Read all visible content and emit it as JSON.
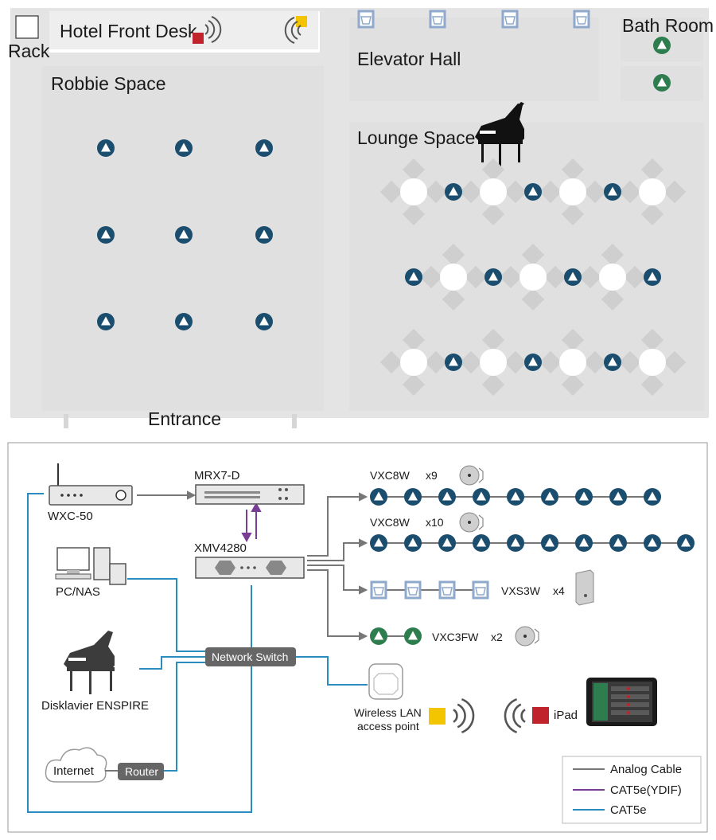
{
  "floor_plan": {
    "rack_label": "Rack",
    "hotel_front_desk_label": "Hotel Front Desk",
    "robbie_space_label": "Robbie Space",
    "elevator_hall_label": "Elevator Hall",
    "bath_room_label": "Bath Room",
    "lounge_space_label": "Lounge Space",
    "entrance_label": "Entrance"
  },
  "system_diagram": {
    "wxc50_label": "WXC-50",
    "mrx7d_label": "MRX7-D",
    "xmv4280_label": "XMV4280",
    "pc_nas_label": "PC/NAS",
    "disklavier_label": "Disklavier ENSPIRE",
    "internet_label": "Internet",
    "router_label": "Router",
    "network_switch_label": "Network Switch",
    "wlan_label_line1": "Wireless LAN",
    "wlan_label_line2": "access point",
    "ipad_label": "iPad",
    "speaker_lines": [
      {
        "model": "VXC8W",
        "count": "x9"
      },
      {
        "model": "VXC8W",
        "count": "x10"
      },
      {
        "model": "VXS3W",
        "count": "x4"
      },
      {
        "model": "VXC3FW",
        "count": "x2"
      }
    ]
  },
  "legend": {
    "analog": "Analog Cable",
    "ydif": "CAT5e(YDIF)",
    "cat5e": "CAT5e"
  },
  "colors": {
    "ceiling_speaker": "#1b4e6e",
    "bath_speaker": "#2e7d4f",
    "surface_speaker": "#8fa9cc",
    "analog_cable": "#777777",
    "ydif_cable": "#7a3d96",
    "cat5e_cable": "#2a8cbf",
    "hotspot_red": "#c0232b",
    "hotspot_yellow": "#f2c500"
  }
}
